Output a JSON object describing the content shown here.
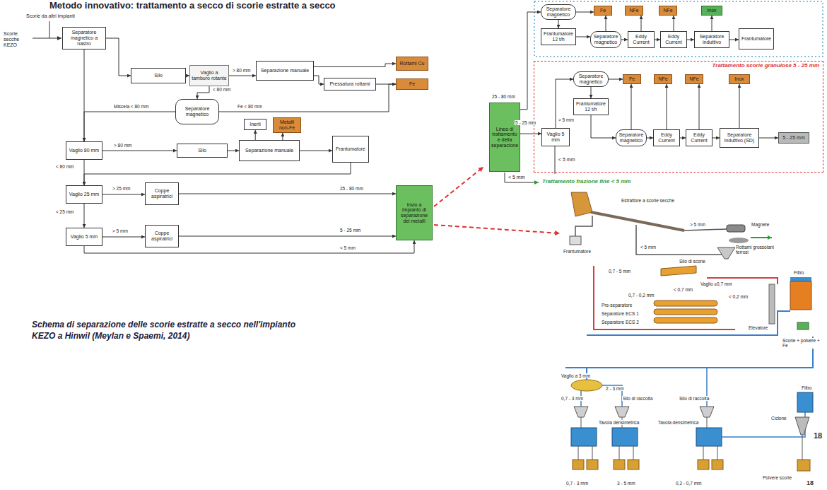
{
  "diagram": {
    "title": "Metodo innovativo: trattamento a secco di scorie estratte a secco",
    "caption": "Schema di separazione delle scorie estratte a secco nell'impianto KEZO a Hinwil (Meylan e Spaemi, 2014)",
    "nodes": [
      {
        "text": [
          "Separatore magnetico a nastro"
        ]
      },
      {
        "text": [
          "Silo"
        ]
      },
      {
        "text": [
          "Vaglio a tamburo rotante"
        ]
      },
      {
        "text": [
          "Separazione manuale"
        ]
      },
      {
        "text": [
          "Pressatura rottami"
        ]
      },
      {
        "text": [
          "Rottami Cu"
        ]
      },
      {
        "text": [
          "Fe"
        ]
      },
      {
        "text": [
          "Separatore magnetico"
        ]
      },
      {
        "text": [
          "Vaglio 80 mm"
        ]
      },
      {
        "text": [
          "Silo"
        ]
      },
      {
        "text": [
          "Separazione manuale"
        ]
      },
      {
        "text": [
          "Inerti"
        ]
      },
      {
        "text": [
          "Metalli non-Fe"
        ]
      },
      {
        "text": [
          "Frantumatore"
        ]
      },
      {
        "text": [
          "Vaglio 25 mm"
        ]
      },
      {
        "text": [
          "Coppe aspiratrici"
        ]
      },
      {
        "text": [
          "Vaglio 5 mm"
        ]
      },
      {
        "text": [
          "Coppe aspiratrici"
        ]
      },
      {
        "text": [
          "Invio a impianto di separazione dei metalli"
        ]
      },
      {
        "text": [
          "Linea di trattamento e della separazione"
        ]
      },
      {
        "text": [
          "Separatore magnetico"
        ]
      },
      {
        "text": [
          "Fe"
        ]
      },
      {
        "text": [
          "NFe"
        ]
      },
      {
        "text": [
          "NFe"
        ]
      },
      {
        "text": [
          "Inox"
        ]
      },
      {
        "text": [
          "Frantumatore 12 t/h"
        ]
      },
      {
        "text": [
          "Separatore magnetico"
        ]
      },
      {
        "text": [
          "Eddy Current"
        ]
      },
      {
        "text": [
          "Eddy Current"
        ]
      },
      {
        "text": [
          "Separatore induttivo"
        ]
      },
      {
        "text": [
          "Frantumatore"
        ]
      },
      {
        "text": [
          "Trattamento scorie granulose 5 - 25 mm"
        ]
      },
      {
        "text": [
          "Separatore magnetico"
        ],
        "in": 31
      },
      {
        "text": [
          "Fe"
        ],
        "in": 31
      },
      {
        "text": [
          "NFe"
        ],
        "in": 31
      },
      {
        "text": [
          "NFe"
        ],
        "in": 31
      },
      {
        "text": [
          "Inox"
        ],
        "in": 31
      },
      {
        "text": [
          "Frantumatore 12 t/h"
        ],
        "in": 31
      },
      {
        "text": [
          "Vaglio 5 mm"
        ],
        "in": 31
      },
      {
        "text": [
          "Separatore magnetico"
        ],
        "in": 31
      },
      {
        "text": [
          "Eddy Current"
        ],
        "in": 31
      },
      {
        "text": [
          "Eddy Current"
        ],
        "in": 31
      },
      {
        "text": [
          "Separatore induttivo (SD)"
        ],
        "in": 31
      },
      {
        "text": [
          "5 - 25 mm"
        ],
        "in": 31
      }
    ],
    "edges": [
      {
        "from": 0,
        "to": 1,
        "arrow": "to"
      },
      {
        "from": 1,
        "to": 2,
        "arrow": "to"
      },
      {
        "from": 2,
        "to": 3,
        "label": "> 80 mm",
        "arrow": "to"
      },
      {
        "from": 2,
        "to": 7,
        "label": "< 80 mm",
        "arrow": "to"
      },
      {
        "from": 3,
        "to": 5,
        "arrow": "to"
      },
      {
        "from": 3,
        "to": 4,
        "arrow": "to"
      },
      {
        "from": 4,
        "to": 6,
        "arrow": "to"
      },
      {
        "from": 7,
        "to": 6,
        "label": "Fe < 80 mm",
        "arrow": "to"
      },
      {
        "from": 7,
        "to": 8,
        "label": "Miscela < 80 mm",
        "arrow": "to"
      },
      {
        "from": 0,
        "to": 8,
        "arrow": "to"
      },
      {
        "from": 8,
        "to": 9,
        "label": "> 80 mm",
        "arrow": "to"
      },
      {
        "from": 9,
        "to": 10,
        "arrow": "to"
      },
      {
        "from": 10,
        "to": 11,
        "arrow": "to"
      },
      {
        "from": 10,
        "to": 12,
        "arrow": "to"
      },
      {
        "from": 10,
        "to": 13,
        "arrow": "to"
      },
      {
        "from": 13,
        "to": 14,
        "arrow": "to"
      },
      {
        "from": 8,
        "to": 14,
        "label": "< 80 mm",
        "arrow": "to"
      },
      {
        "from": 14,
        "to": 15,
        "label": "> 25 mm",
        "arrow": "to"
      },
      {
        "from": 15,
        "to": 18,
        "label": "25 - 80 mm",
        "arrow": "to"
      },
      {
        "from": 14,
        "to": 16,
        "label": "< 25 mm",
        "arrow": "to"
      },
      {
        "from": 16,
        "to": 17,
        "label": "> 5 mm",
        "arrow": "to"
      },
      {
        "from": 17,
        "to": 18,
        "label": "5 - 25 mm",
        "arrow": "to"
      },
      {
        "from": 16,
        "to": 18,
        "label": "< 5 mm",
        "arrow": "to"
      },
      {
        "from": 19,
        "to": 20,
        "label": "25 - 80 mm",
        "arrow": "to"
      },
      {
        "from": 20,
        "to": 21,
        "arrow": "to"
      },
      {
        "from": 20,
        "to": 25,
        "arrow": "to"
      },
      {
        "from": 25,
        "to": 26,
        "arrow": "to"
      },
      {
        "from": 26,
        "to": 21,
        "arrow": "to"
      },
      {
        "from": 26,
        "to": 27,
        "arrow": "to"
      },
      {
        "from": 27,
        "to": 28,
        "arrow": "to"
      },
      {
        "from": 28,
        "to": 29,
        "arrow": "to"
      },
      {
        "from": 29,
        "to": 30,
        "arrow": "to"
      },
      {
        "from": 27,
        "to": 22,
        "arrow": "to"
      },
      {
        "from": 28,
        "to": 23,
        "arrow": "to"
      },
      {
        "from": 29,
        "to": 24,
        "arrow": "to"
      },
      {
        "from": 19,
        "to": 38,
        "label": "5 - 25 mm",
        "arrow": "to"
      },
      {
        "from": 38,
        "to": 32,
        "label": "> 5 mm",
        "arrow": "to"
      },
      {
        "from": 32,
        "to": 33,
        "arrow": "to"
      },
      {
        "from": 32,
        "to": 37,
        "arrow": "to"
      },
      {
        "from": 37,
        "to": 39,
        "arrow": "to"
      },
      {
        "from": 39,
        "to": 33,
        "arrow": "to"
      },
      {
        "from": 39,
        "to": 40,
        "arrow": "to"
      },
      {
        "from": 40,
        "to": 41,
        "arrow": "to"
      },
      {
        "from": 41,
        "to": 42,
        "arrow": "to"
      },
      {
        "from": 42,
        "to": 43,
        "arrow": "to"
      },
      {
        "from": 40,
        "to": 34,
        "arrow": "to"
      },
      {
        "from": 41,
        "to": 35,
        "arrow": "to"
      },
      {
        "from": 42,
        "to": 36,
        "arrow": "to"
      }
    ],
    "labels": [
      "Scorie da altri impianti",
      "Scorie secche KEZO",
      "< 5 mm",
      "< 5 mm",
      "Trattamento frazione fine < 5 mm",
      "Estrattore a scorie secche",
      "> 5 mm",
      "Magnete",
      "Rottami grossolani ferrosi",
      "Frantumatore",
      "< 5 mm",
      "Silo di scorie",
      "0,7 - 5 mm",
      "Vaglio ≥0,7 mm",
      "< 0,7 mm",
      "0,7 - 0,2 mm",
      "< 0,2 mm",
      "Pre-separatore",
      "Separatore ECS 1",
      "Separatore ECS 2",
      "Filtro",
      "Elevatore",
      "Scorie + polvere + Fe",
      "Vaglio a 3 mm",
      "2 - 3 mm",
      "0,7 - 3 mm",
      "Silo di raccolta",
      "Silo di raccolta",
      "Tavola densimetrica",
      "Tavola densimetrica",
      "Filtro",
      "Ciclone",
      "Polvere scorie",
      "0,7 - 3 mm",
      "3 - 5 mm",
      "0,2 - 0,7 mm",
      "18",
      "18"
    ]
  }
}
